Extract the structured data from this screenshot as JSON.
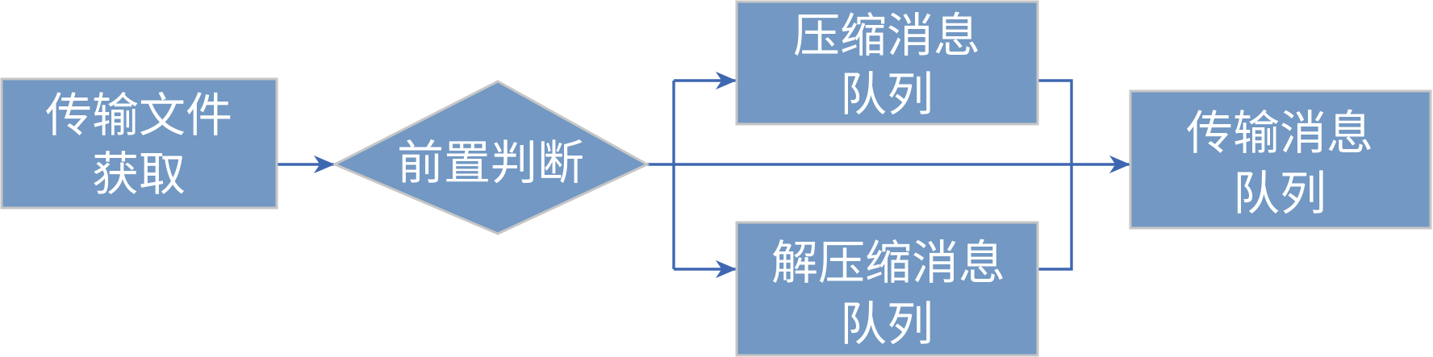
{
  "nodes": {
    "acquire": {
      "lines": [
        "传输文件",
        "获取"
      ]
    },
    "judge": {
      "label": "前置判断"
    },
    "compress": {
      "lines": [
        "压缩消息",
        "队列"
      ]
    },
    "decompress": {
      "lines": [
        "解压缩消息",
        "队列"
      ]
    },
    "transfer": {
      "lines": [
        "传输消息",
        "队列"
      ]
    }
  },
  "colors": {
    "node_fill": "#7298C3",
    "node_stroke": "#C6C6C6",
    "edge": "#3E67B1",
    "text": "#FFFFFF"
  }
}
